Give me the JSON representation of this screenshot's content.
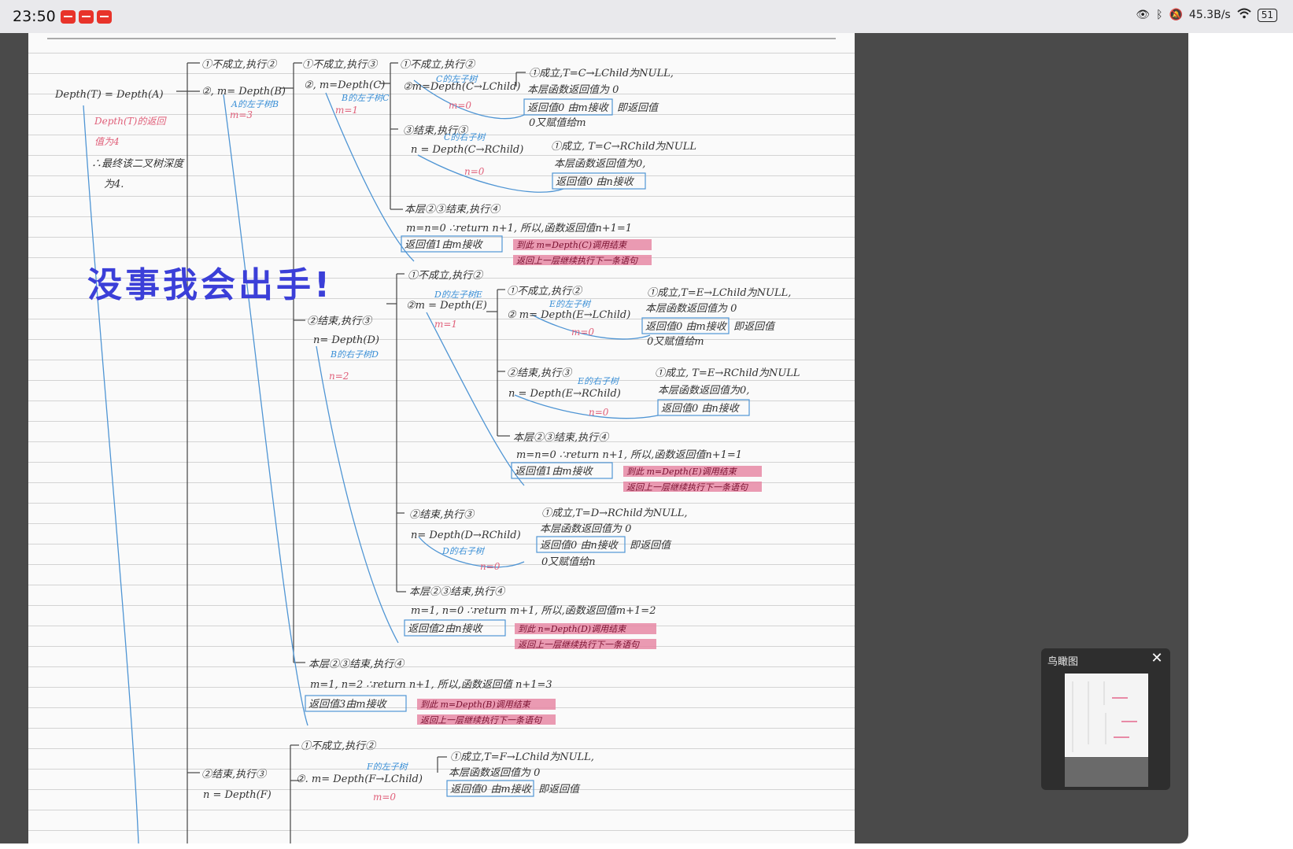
{
  "status_bar": {
    "time": "23:50",
    "network_speed": "45.3B/s",
    "battery": "51"
  },
  "overlay_text": "没事我会出手!",
  "minimap": {
    "title": "鸟瞰图",
    "close_icon": "close-icon"
  },
  "notes": {
    "root": "Depth(T) = Depth(A)",
    "root_note_red": [
      "Depth(T)的返回",
      "值为4"
    ],
    "root_note": [
      "∴最终该二叉树深度",
      "为4."
    ],
    "a_step1": "①不成立,执行②",
    "a_step2": "②, m= Depth(B)",
    "a_step2_blue": "A的左子树B",
    "a_m": "m=3",
    "b_step1": "①不成立,执行③",
    "b_step2": "②, m=Depth(C)",
    "b_step2_blue": "B的左子树C",
    "b_m": "m=1",
    "c_step1": "①不成立,执行②",
    "c_step2": "②m=Depth(C→LChild)",
    "c_step2_blue": "C的左子树",
    "c_m": "m=0",
    "c_null1": "①成立,T=C→LChild为NULL,",
    "c_null2": "本层函数返回值为 0",
    "c_ret1": "返回值0 由m接收",
    "c_ret1b": "即返回值",
    "c_ret1c": "0又赋值给m",
    "c_step3": "③结束,执行③",
    "c_step3_blue": "C的右子树",
    "c_n_call": "n = Depth(C→RChild)",
    "c_rnull1": "①成立, T=C→RChild为NULL",
    "c_rnull2": "本层函数返回值为0,",
    "c_ret2": "返回值0 由n接收",
    "c_n": "n=0",
    "c_end": "本层②③结束,执行④",
    "c_calc": "m=n=0 ∴return n+1, 所以,函数返回值n+1=1",
    "c_ret3": "返回值1由m接收",
    "c_hl1": "到此 m=Depth(C)调用结束",
    "c_hl2": "返回上一层继续执行下一条语句",
    "b_step3": "②结束,执行③",
    "b_n_call": "n= Depth(D)",
    "b_n_blue": "B的右子树D",
    "b_n": "n=2",
    "d_step1": "①不成立,执行②",
    "d_step2": "②m = Depth(E)",
    "d_step2_blue": "D的左子树E",
    "d_m": "m=1",
    "e_step1": "①不成立,执行②",
    "e_step2": "② m= Depth(E→LChild)",
    "e_step2_blue": "E的左子树",
    "e_null1": "①成立,T=E→LChild为NULL,",
    "e_null2": "本层函数返回值为 0",
    "e_ret1": "返回值0 由m接收",
    "e_ret1b": "即返回值",
    "e_ret1c": "0又赋值给m",
    "e_m": "m=0",
    "e_step3": "②结束,执行③",
    "e_step3_blue": "E的右子树",
    "e_n_call": "n = Depth(E→RChild)",
    "e_rnull1": "①成立, T=E→RChild为NULL",
    "e_rnull2": "本层函数返回值为0,",
    "e_ret2": "返回值0 由n接收",
    "e_n": "n=0",
    "e_end": "本层②③结束,执行④",
    "e_calc": "m=n=0 ∴return n+1, 所以,函数返回值n+1=1",
    "e_ret3": "返回值1由m接收",
    "e_hl1": "到此 m=Depth(E)调用结束",
    "e_hl2": "返回上一层继续执行下一条语句",
    "d_step3": "②结束,执行③",
    "d_n_call": "n= Depth(D→RChild)",
    "d_n_blue": "D的右子树",
    "d_rnull1": "①成立,T=D→RChild为NULL,",
    "d_rnull2": "本层函数返回值为 0",
    "d_ret1": "返回值0 由n接收",
    "d_ret1b": "即返回值",
    "d_ret1c": "0又赋值给n",
    "d_n": "n=0",
    "d_end": "本层②③结束,执行④",
    "d_calc": "m=1, n=0 ∴return m+1, 所以,函数返回值m+1=2",
    "d_ret3": "返回值2由n接收",
    "d_hl1": "到此 n=Depth(D)调用结束",
    "d_hl2": "返回上一层继续执行下一条语句",
    "b_end": "本层②③结束,执行④",
    "b_calc": "m=1, n=2 ∴return n+1, 所以,函数返回值 n+1=3",
    "b_ret": "返回值3由m接收",
    "b_hl1": "到此 m=Depth(B)调用结束",
    "b_hl2": "返回上一层继续执行下一条语句",
    "a_step3": "②结束,执行③",
    "a_n_call": "n = Depth(F)",
    "f_step1": "①不成立,执行②",
    "f_step2": "②. m= Depth(F→LChild)",
    "f_step2_blue": "F的左子树",
    "f_m": "m=0",
    "f_null1": "①成立,T=F→LChild为NULL,",
    "f_null2": "本层函数返回值为 0",
    "f_ret1": "返回值0 由m接收",
    "f_ret1b": "即返回值"
  }
}
